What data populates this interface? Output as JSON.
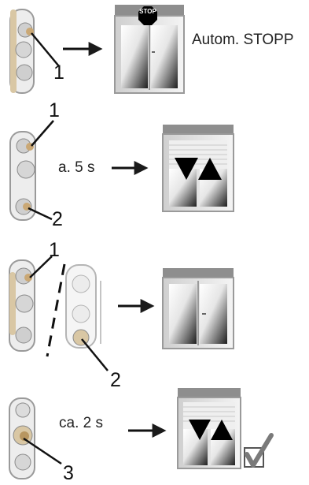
{
  "steps": [
    {
      "label": "Autom. STOPP",
      "badge": "STOP",
      "callouts": [
        "1"
      ]
    },
    {
      "label": "a. 5 s",
      "callouts": [
        "1",
        "2"
      ]
    },
    {
      "label": "",
      "callouts": [
        "1",
        "2"
      ]
    },
    {
      "label": "ca. 2 s",
      "callouts": [
        "3"
      ],
      "confirm_icon": "checkmark-icon"
    }
  ],
  "colors": {
    "ink": "#1a1a1a",
    "frame": "#8e8e8e",
    "beige": "#d9c7a4",
    "gray": "#b5b5b5"
  }
}
